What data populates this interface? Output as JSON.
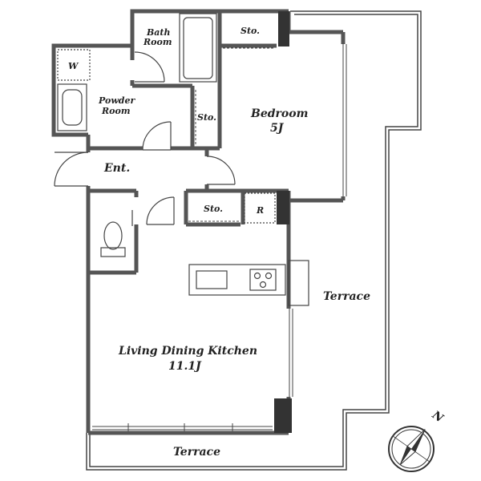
{
  "rooms": {
    "bath": [
      "Bath",
      "Room"
    ],
    "powder": [
      "Powder",
      "Room"
    ],
    "washer": "W",
    "sto_top": "Sto.",
    "sto_middle": "Sto.",
    "sto_lower": "Sto.",
    "fridge": "R",
    "bedroom": [
      "Bedroom",
      "5J"
    ],
    "entrance": "Ent.",
    "ldk": [
      "Living Dining Kitchen",
      "11.1J"
    ],
    "terrace_east": "Terrace",
    "terrace_south": "Terrace"
  },
  "compass": {
    "north_label": "N"
  },
  "colors": {
    "wall": "#555555",
    "thin_line": "#444444",
    "pillar": "#333333"
  }
}
